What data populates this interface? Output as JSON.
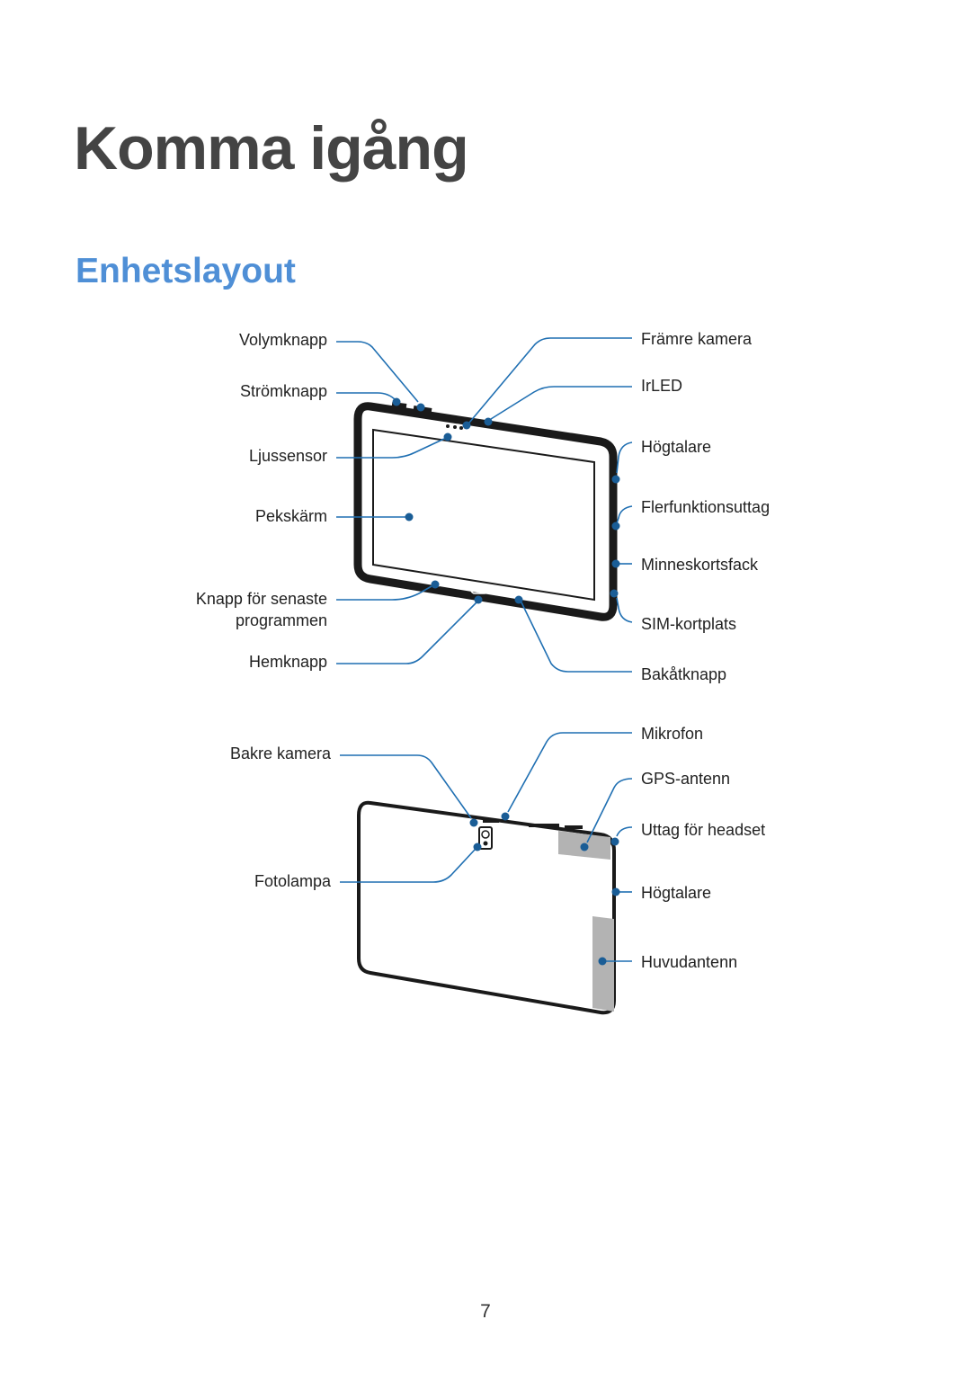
{
  "chapter_title": "Komma igång",
  "section_title": "Enhetslayout",
  "front_labels": {
    "volume_key": "Volymknapp",
    "power_key": "Strömknapp",
    "light_sensor": "Ljussensor",
    "touchscreen": "Pekskärm",
    "recent_apps_line1": "Knapp för senaste",
    "recent_apps_line2": "programmen",
    "home_key": "Hemknapp",
    "front_camera": "Främre kamera",
    "irled": "IrLED",
    "speaker": "Högtalare",
    "multipurpose_jack": "Flerfunktionsuttag",
    "memory_card_slot": "Minneskortsfack",
    "sim_slot": "SIM-kortplats",
    "back_key": "Bakåtknapp"
  },
  "back_labels": {
    "rear_camera": "Bakre kamera",
    "flash": "Fotolampa",
    "microphone": "Mikrofon",
    "gps_antenna": "GPS-antenn",
    "headset_jack": "Uttag för headset",
    "speaker": "Högtalare",
    "main_antenna": "Huvudantenn"
  },
  "page_number": "7"
}
